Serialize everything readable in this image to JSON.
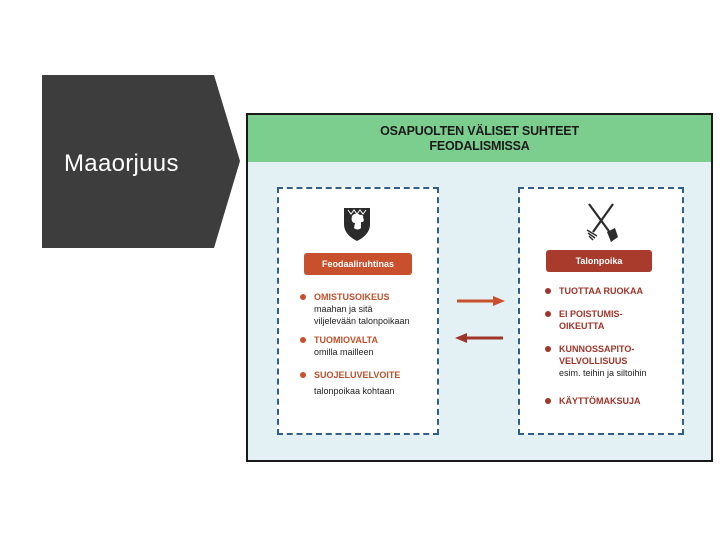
{
  "slide": {
    "title": "Maaorjuus"
  },
  "figure": {
    "title_line1": "OSAPUOLTEN VÄLISET SUHTEET",
    "title_line2": "FEODALISMISSA",
    "colors": {
      "header": "#7cce8f",
      "panel_border": "#2f5f8a",
      "lord_accent": "#c8502c",
      "peasant_accent": "#a83b2c"
    },
    "lord": {
      "icon": "coat-of-arms-icon",
      "label": "Feodaaliruhtinas",
      "items": [
        {
          "title": "OMISTUSOIKEUS",
          "lines": [
            "maahan ja sitä",
            "viljelevään talonpoikaan"
          ]
        },
        {
          "title": "TUOMIOVALTA",
          "lines": [
            "omilla mailleen"
          ]
        },
        {
          "title": "SUOJELUVELVOITE",
          "lines": [
            "talonpoikaa kohtaan"
          ]
        }
      ]
    },
    "peasant": {
      "icon": "tools-icon",
      "label": "Talonpoika",
      "items": [
        {
          "title_lines": [
            "TUOTTAA RUOKAA"
          ],
          "lines": []
        },
        {
          "title_lines": [
            "EI POISTUMIS-",
            "OIKEUTTA"
          ],
          "lines": []
        },
        {
          "title_lines": [
            "KUNNOSSAPITO-",
            "VELVOLLISUUS"
          ],
          "lines": [
            "esim. teihin ja siltoihin"
          ]
        },
        {
          "title_lines": [
            "KÄYTTÖMAKSUJA"
          ],
          "lines": []
        }
      ]
    }
  }
}
